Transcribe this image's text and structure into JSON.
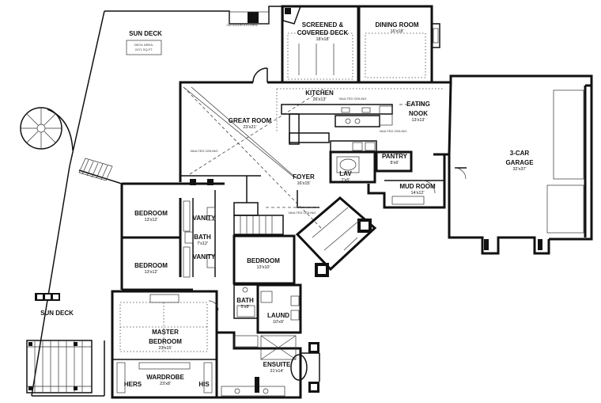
{
  "rooms": {
    "sun_deck_top": {
      "name": "SUN DECK",
      "note1": "DECK AREA:",
      "note2": "2471 SQ.FT."
    },
    "screened_deck": {
      "name1": "SCREENED &",
      "name2": "COVERED DECK",
      "size": "18'x18'"
    },
    "dining_room": {
      "name": "DINING ROOM",
      "size": "16'x18'"
    },
    "kitchen": {
      "name": "KITCHEN",
      "size": "26'x13'"
    },
    "eating_nook": {
      "name1": "EATING",
      "name2": "NOOK",
      "size": "13'x13'"
    },
    "great_room": {
      "name": "GREAT ROOM",
      "size": "23'x21'"
    },
    "garage": {
      "name1": "3-CAR",
      "name2": "GARAGE",
      "size": "32'x37'"
    },
    "pantry": {
      "name": "PANTRY",
      "size": "8'x6'"
    },
    "lav": {
      "name": "LAV",
      "size": "7'x5'"
    },
    "foyer": {
      "name": "FOYER",
      "size": "16'x15'"
    },
    "mud_room": {
      "name": "MUD ROOM",
      "size": "14'x12'"
    },
    "bedroom_1": {
      "name": "BEDROOM",
      "size": "13'x12'"
    },
    "bedroom_2": {
      "name": "BEDROOM",
      "size": "13'x12'"
    },
    "vanity_1": {
      "name": "VANITY"
    },
    "vanity_2": {
      "name": "VANITY"
    },
    "bath_hall": {
      "name": "BATH",
      "size": "7'x12'"
    },
    "bedroom_3": {
      "name": "BEDROOM",
      "size": "13'x10'"
    },
    "bath_small": {
      "name": "BATH",
      "size": "5'x8'"
    },
    "laund": {
      "name": "LAUND",
      "size": "10'x9'"
    },
    "master_bedroom": {
      "name1": "MASTER",
      "name2": "BEDROOM",
      "size": "23'x15'"
    },
    "wardrobe": {
      "name": "WARDROBE",
      "size": "23'x8'"
    },
    "hers": {
      "name": "HERS"
    },
    "his": {
      "name": "HIS"
    },
    "ensuite": {
      "name": "ENSUITE",
      "size": "21'x14'"
    },
    "sun_deck_bottom": {
      "name": "SUN DECK"
    }
  },
  "notes": {
    "outdoor_kitchen": "OUTDOOR KITCHEN",
    "vaulted_ceiling_1": "VAULTED CEILING",
    "vaulted_ceiling_2": "VAULTED CEILING",
    "vaulted_ceiling_3": "VAULTED CEILING",
    "vaulted_ceiling_4": "VAULTED CEILING"
  }
}
